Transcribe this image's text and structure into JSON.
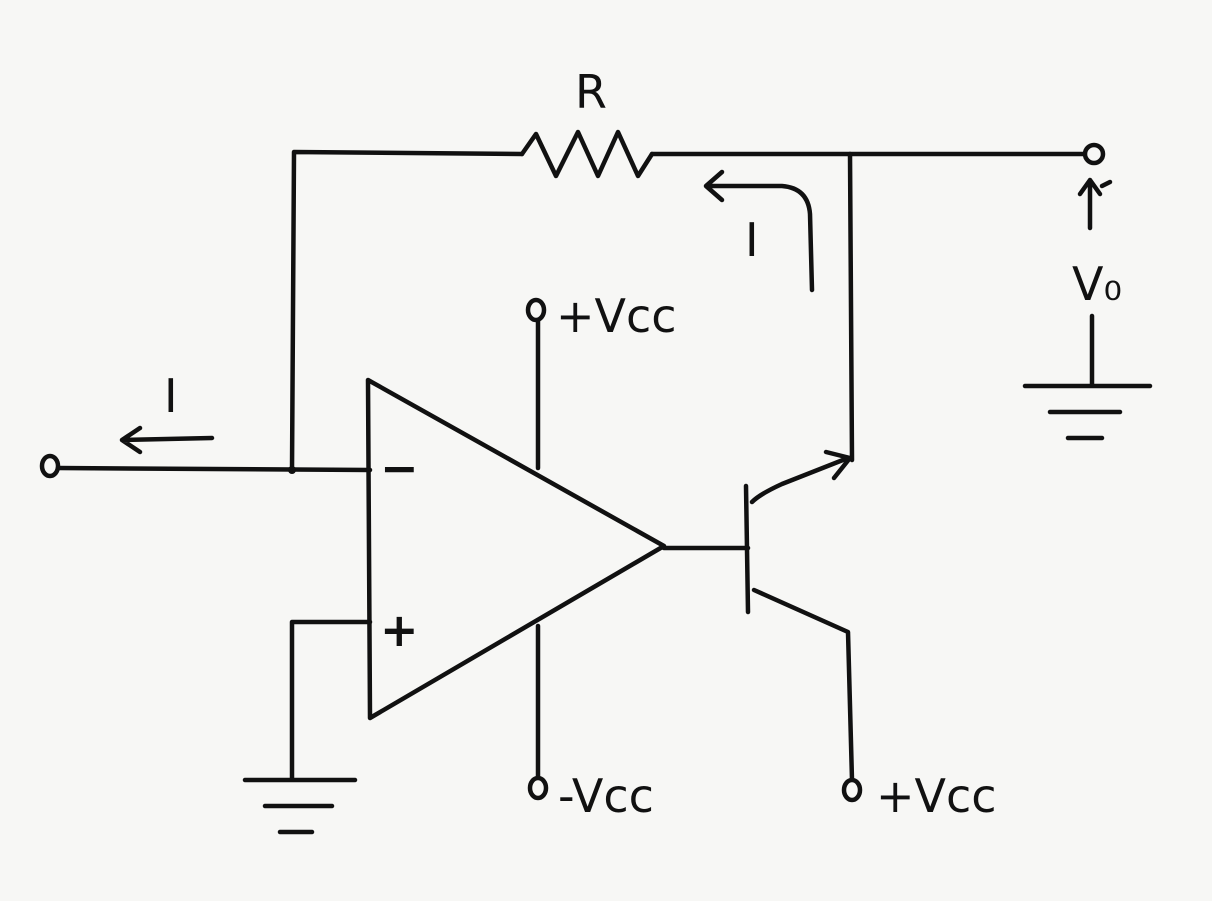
{
  "diagram": {
    "resistor_label": "R",
    "current_label_feedback": "I",
    "current_label_input": "I",
    "output_voltage_label": "V₀",
    "opamp_inverting_sign": "−",
    "opamp_noninverting_sign": "+",
    "opamp_pos_supply": "+Vcc",
    "opamp_neg_supply": "-Vcc",
    "collector_supply": "+Vcc"
  }
}
